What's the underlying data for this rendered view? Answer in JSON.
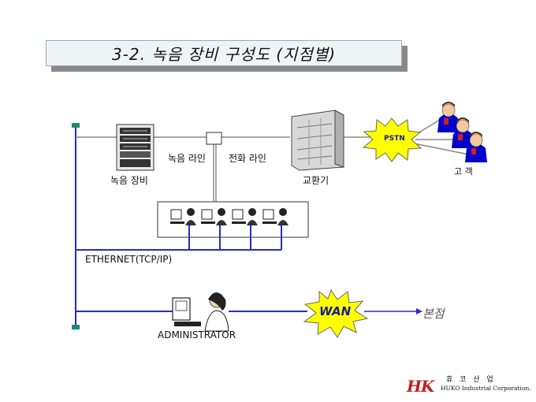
{
  "title": "3-2.  녹음 장비   구성도 (지점별)",
  "labels": {
    "recorder": "녹음 장비",
    "recording_line": "녹음 라인",
    "phone_line": "전화 라인",
    "exchange": "교환기",
    "customer": "고 객",
    "ethernet": "ETHERNET(TCP/IP)",
    "administrator": "ADMINISTRATOR",
    "branch": "본점"
  },
  "bursts": {
    "pstn": "PSTN",
    "wan": "WAN"
  },
  "logo": {
    "mark": "HK",
    "korean": "휴 코 산 업",
    "english": "HUKO Industrial Corporation."
  },
  "colors": {
    "network_line": "#2a2ac8",
    "burst_fill": "#ffff00",
    "burst_text": "#1a1aa0",
    "customer_icon": "#0000c8"
  }
}
